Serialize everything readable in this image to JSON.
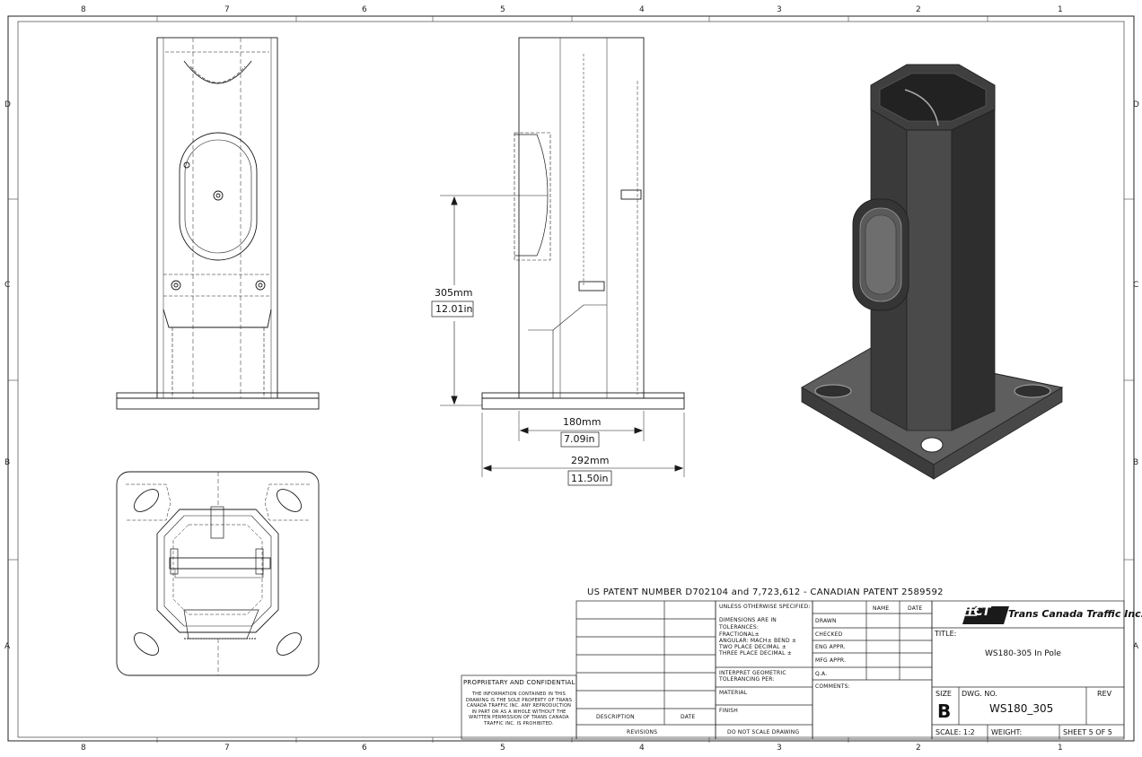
{
  "zones": {
    "columns": [
      "8",
      "7",
      "6",
      "5",
      "4",
      "3",
      "2",
      "1"
    ],
    "rows": [
      "D",
      "C",
      "B",
      "A"
    ]
  },
  "patent_text": "US PATENT NUMBER D702104 and 7,723,612 - CANADIAN PATENT 2589592",
  "dimensions": {
    "height_mm": "305mm",
    "height_in": "12.01in",
    "width_mm": "180mm",
    "width_in": "7.09in",
    "base_mm": "292mm",
    "base_in": "11.50in"
  },
  "proprietary": {
    "heading": "PROPRIETARY AND CONFIDENTIAL",
    "body": "THE INFORMATION CONTAINED IN THIS DRAWING IS THE SOLE PROPERTY OF TRANS CANADA TRAFFIC INC. ANY REPRODUCTION IN PART OR AS A WHOLE WITHOUT THE WRITTEN PERMISSION OF TRANS CANADA TRAFFIC INC. IS PROHIBITED."
  },
  "revisions": {
    "description_label": "DESCRIPTION",
    "date_label": "DATE",
    "revisions_label": "REVISIONS"
  },
  "spec_block": {
    "unless": "UNLESS OTHERWISE SPECIFIED:",
    "dimensions": "DIMENSIONS ARE IN",
    "tolerances": "TOLERANCES:",
    "fractional": "FRACTIONAL±",
    "angular": "ANGULAR: MACH±   BEND ±",
    "two_place": "TWO PLACE DECIMAL   ±",
    "three_place": "THREE PLACE DECIMAL  ±",
    "interpret": "INTERPRET GEOMETRIC",
    "tolerancing": "TOLERANCING PER:",
    "material": "MATERIAL",
    "finish": "FINISH",
    "noscale": "DO NOT SCALE DRAWING"
  },
  "approvals": {
    "name_header": "NAME",
    "date_header": "DATE",
    "rows": [
      "DRAWN",
      "CHECKED",
      "ENG APPR.",
      "MFG APPR.",
      "Q.A."
    ],
    "comments": "COMMENTS:"
  },
  "title_block": {
    "logo": "TCT",
    "company": "Trans Canada Traffic Inc.",
    "title_label": "TITLE:",
    "title": "WS180-305 In Pole",
    "size_label": "SIZE",
    "size": "B",
    "dwg_label": "DWG.  NO.",
    "dwg_no": "WS180_305",
    "rev_label": "REV",
    "scale": "SCALE: 1:2",
    "weight": "WEIGHT:",
    "sheet": "SHEET 5 OF 5"
  },
  "colors": {
    "line": "#1a1a1a",
    "hidden": "#333333",
    "iso_dark": "#3b3b3b",
    "iso_mid": "#555555",
    "iso_light": "#7a7a7a"
  }
}
